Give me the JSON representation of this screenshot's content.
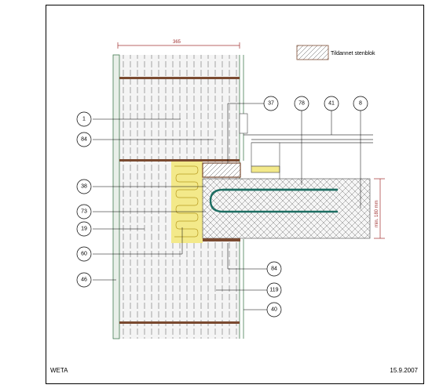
{
  "legend": {
    "label": "Tildannet stenblok"
  },
  "dimensions": {
    "wall_width": "365",
    "slab_height": "min. 180 mm"
  },
  "callouts": {
    "c1": "1",
    "c84a": "84",
    "c38": "38",
    "c73": "73",
    "c19": "19",
    "c60": "60",
    "c46": "46",
    "c37": "37",
    "c78": "78",
    "c41": "41",
    "c8": "8",
    "c84b": "84",
    "c119": "119",
    "c40": "40"
  },
  "footer": {
    "left": "WETA",
    "right": "15.9.2007"
  },
  "colors": {
    "insulation": "#f3e98a",
    "brick_band": "#7a4a30",
    "rebar": "#1d6e63",
    "dimension": "#a03030"
  }
}
